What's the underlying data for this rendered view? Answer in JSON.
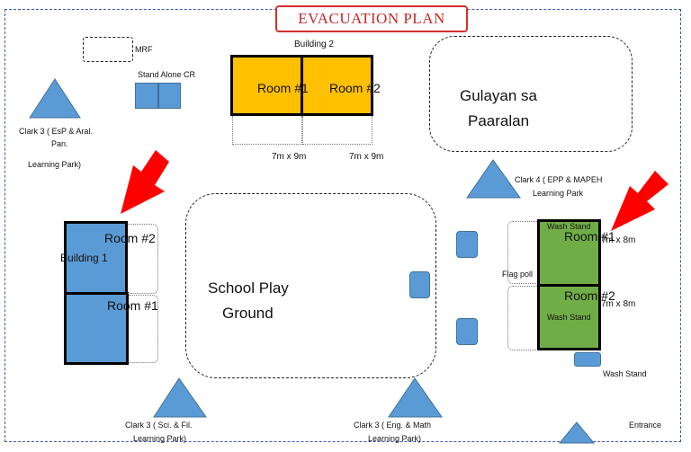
{
  "title": "EVACUATION PLAN",
  "mrf": "MRF",
  "stand_alone_cr": "Stand Alone CR",
  "building2": {
    "label": "Building 2",
    "room1": "Room #1",
    "room2": "Room #2",
    "dim1": "7m x 9m",
    "dim2": "7m x 9m"
  },
  "gulayan": {
    "line1": "Gulayan sa",
    "line2": "Paaralan"
  },
  "clark_esp": {
    "line1": "Clark 3 ( EsP & Aral.",
    "line2": "Pan.",
    "line3": "Learning Park)"
  },
  "clark_epp": {
    "line1": "Clark 4 ( EPP & MAPEH",
    "line2": "Learning Park"
  },
  "building1": {
    "label": "Building 1",
    "room2": "Room #2",
    "room1": "Room #1"
  },
  "playground": {
    "line1": "School Play",
    "line2": "Ground"
  },
  "right_block": {
    "wash_stand_top": "Wash Stand",
    "room1": "Room #1",
    "dim1": "7m x 8m",
    "flag_pole": "Flag poll",
    "room2": "Room #2",
    "dim2": "7m x 8m",
    "wash_stand_mid": "Wash Stand"
  },
  "wash_stand_bottom": "Wash Stand",
  "clark_sci": {
    "line1": "Clark 3 ( Sci. & Fil.",
    "line2": "Learning Park)"
  },
  "clark_eng": {
    "line1": "Clark 3 ( Eng. & Math",
    "line2": "Learning Park)"
  },
  "entrance": "Entrance",
  "colors": {
    "title_red": "#c62828",
    "building2_orange": "#ffc000",
    "building1_blue": "#5b9bd5",
    "right_block_green": "#70ad47",
    "arrow_red": "#ff0000"
  },
  "icons": [
    "evacuation-arrow-icon",
    "evacuation-arrow-icon"
  ]
}
